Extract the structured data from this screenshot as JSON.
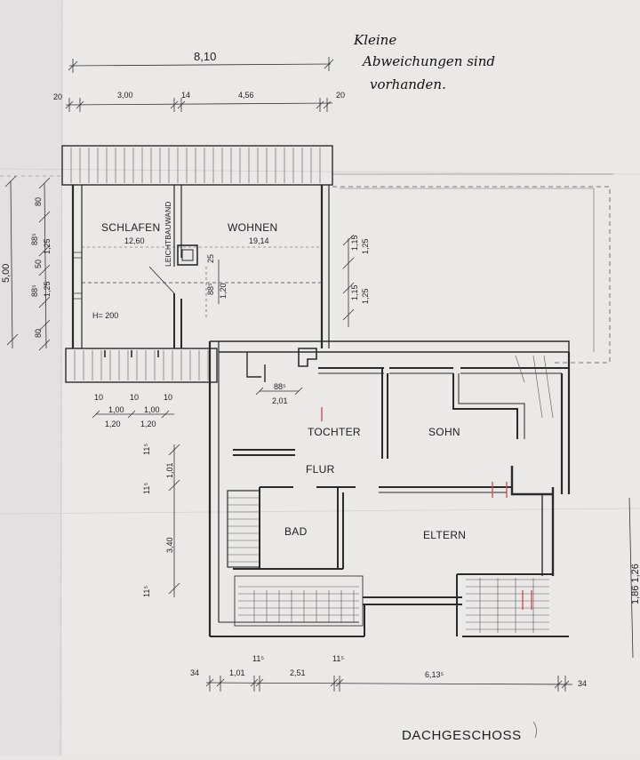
{
  "note": {
    "line1": "Kleine",
    "line2": "Abweichungen sind",
    "line3": "vorhanden."
  },
  "title": "DACHGESCHOSS",
  "rooms": {
    "schlafen": {
      "name": "SCHLAFEN",
      "area": "12,60"
    },
    "wohnen": {
      "name": "WOHNEN",
      "area": "19,14"
    },
    "tochter": {
      "name": "TOCHTER"
    },
    "sohn": {
      "name": "SOHN"
    },
    "flur": {
      "name": "FLUR"
    },
    "bad": {
      "name": "BAD"
    },
    "eltern": {
      "name": "ELTERN"
    }
  },
  "labels": {
    "leichtbauwand": "LEICHTBAUWAND",
    "height": "H= 200"
  },
  "top_dims": {
    "total": "8,10",
    "d1": "20",
    "d2": "3,00",
    "d3": "14",
    "d4": "4,56",
    "d5": "20"
  },
  "left_dims": {
    "total": "5,00",
    "d1": "80",
    "d2": "88⁵",
    "d3": "1,25",
    "d4": "50",
    "d5": "88⁵",
    "d6": "1,25",
    "d7": "80"
  },
  "inner_dims": {
    "a": "88⁵",
    "b": "1,20",
    "c": "25",
    "d": "1,15",
    "e": "1,25",
    "f": "1,15",
    "g": "1,25"
  },
  "window_dims": {
    "w1": "10",
    "w2": "10",
    "w3": "10",
    "w4": "1,00",
    "w5": "1,00",
    "w6": "1,20",
    "w7": "1,20"
  },
  "door_dims": {
    "a": "88⁵",
    "b": "2,01"
  },
  "lower_left_dims": {
    "a": "11⁵",
    "b": "1,01",
    "c": "11⁵",
    "d": "3,40",
    "e": "11⁵"
  },
  "bottom_dims": {
    "a": "34",
    "b": "1,01",
    "c": "11⁵",
    "d": "2,51",
    "e": "11⁵",
    "f": "6,13⁵",
    "g": "34"
  },
  "right_edge_text": "1,86  1,26"
}
